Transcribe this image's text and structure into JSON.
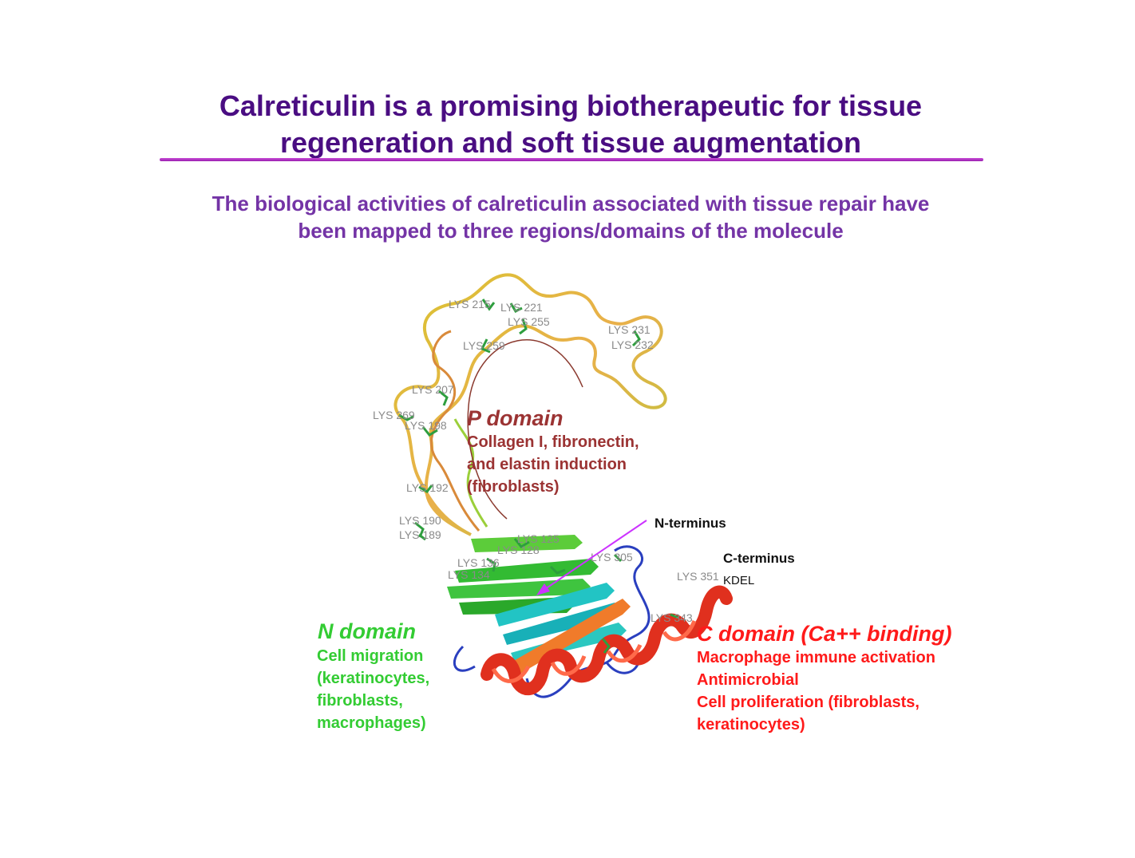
{
  "slide": {
    "title_line1": "Calreticulin is a promising biotherapeutic for tissue",
    "title_line2": "regeneration and soft tissue augmentation",
    "subtitle_line1": "The biological activities of calreticulin associated with tissue repair have",
    "subtitle_line2": "been mapped to three regions/domains of the molecule"
  },
  "domains": {
    "p": {
      "title": "P domain",
      "lines": [
        "Collagen I, fibronectin,",
        "and elastin induction",
        "(fibroblasts)"
      ]
    },
    "n": {
      "title": "N domain",
      "lines": [
        "Cell migration",
        "(keratinocytes,",
        "fibroblasts,",
        "macrophages)"
      ]
    },
    "c": {
      "title": "C domain (Ca++ binding)",
      "lines": [
        "Macrophage immune activation",
        "Antimicrobial",
        "Cell proliferation (fibroblasts,",
        "keratinocytes)"
      ]
    }
  },
  "termini": {
    "n_terminus": "N-terminus",
    "c_terminus": "C-terminus",
    "kdel": "KDEL"
  },
  "residue_labels": [
    "LYS 215",
    "LYS 221",
    "LYS 255",
    "LYS 259",
    "LYS 231",
    "LYS 232",
    "LYS 207",
    "LYS 269",
    "LYS 198",
    "LYS 192",
    "LYS 190",
    "LYS 189",
    "LYS 125",
    "LYS 128",
    "LYS 136",
    "LYS 134",
    "LYS 305",
    "LYS 343",
    "LYS 351"
  ],
  "colors": {
    "title": "#4a0d82",
    "subtitle": "#7434a6",
    "rule": "#b030c8",
    "p_domain": "#9b3333",
    "n_domain": "#33cc33",
    "c_domain": "#ff1a1a",
    "arrow": "#cc33ff"
  }
}
